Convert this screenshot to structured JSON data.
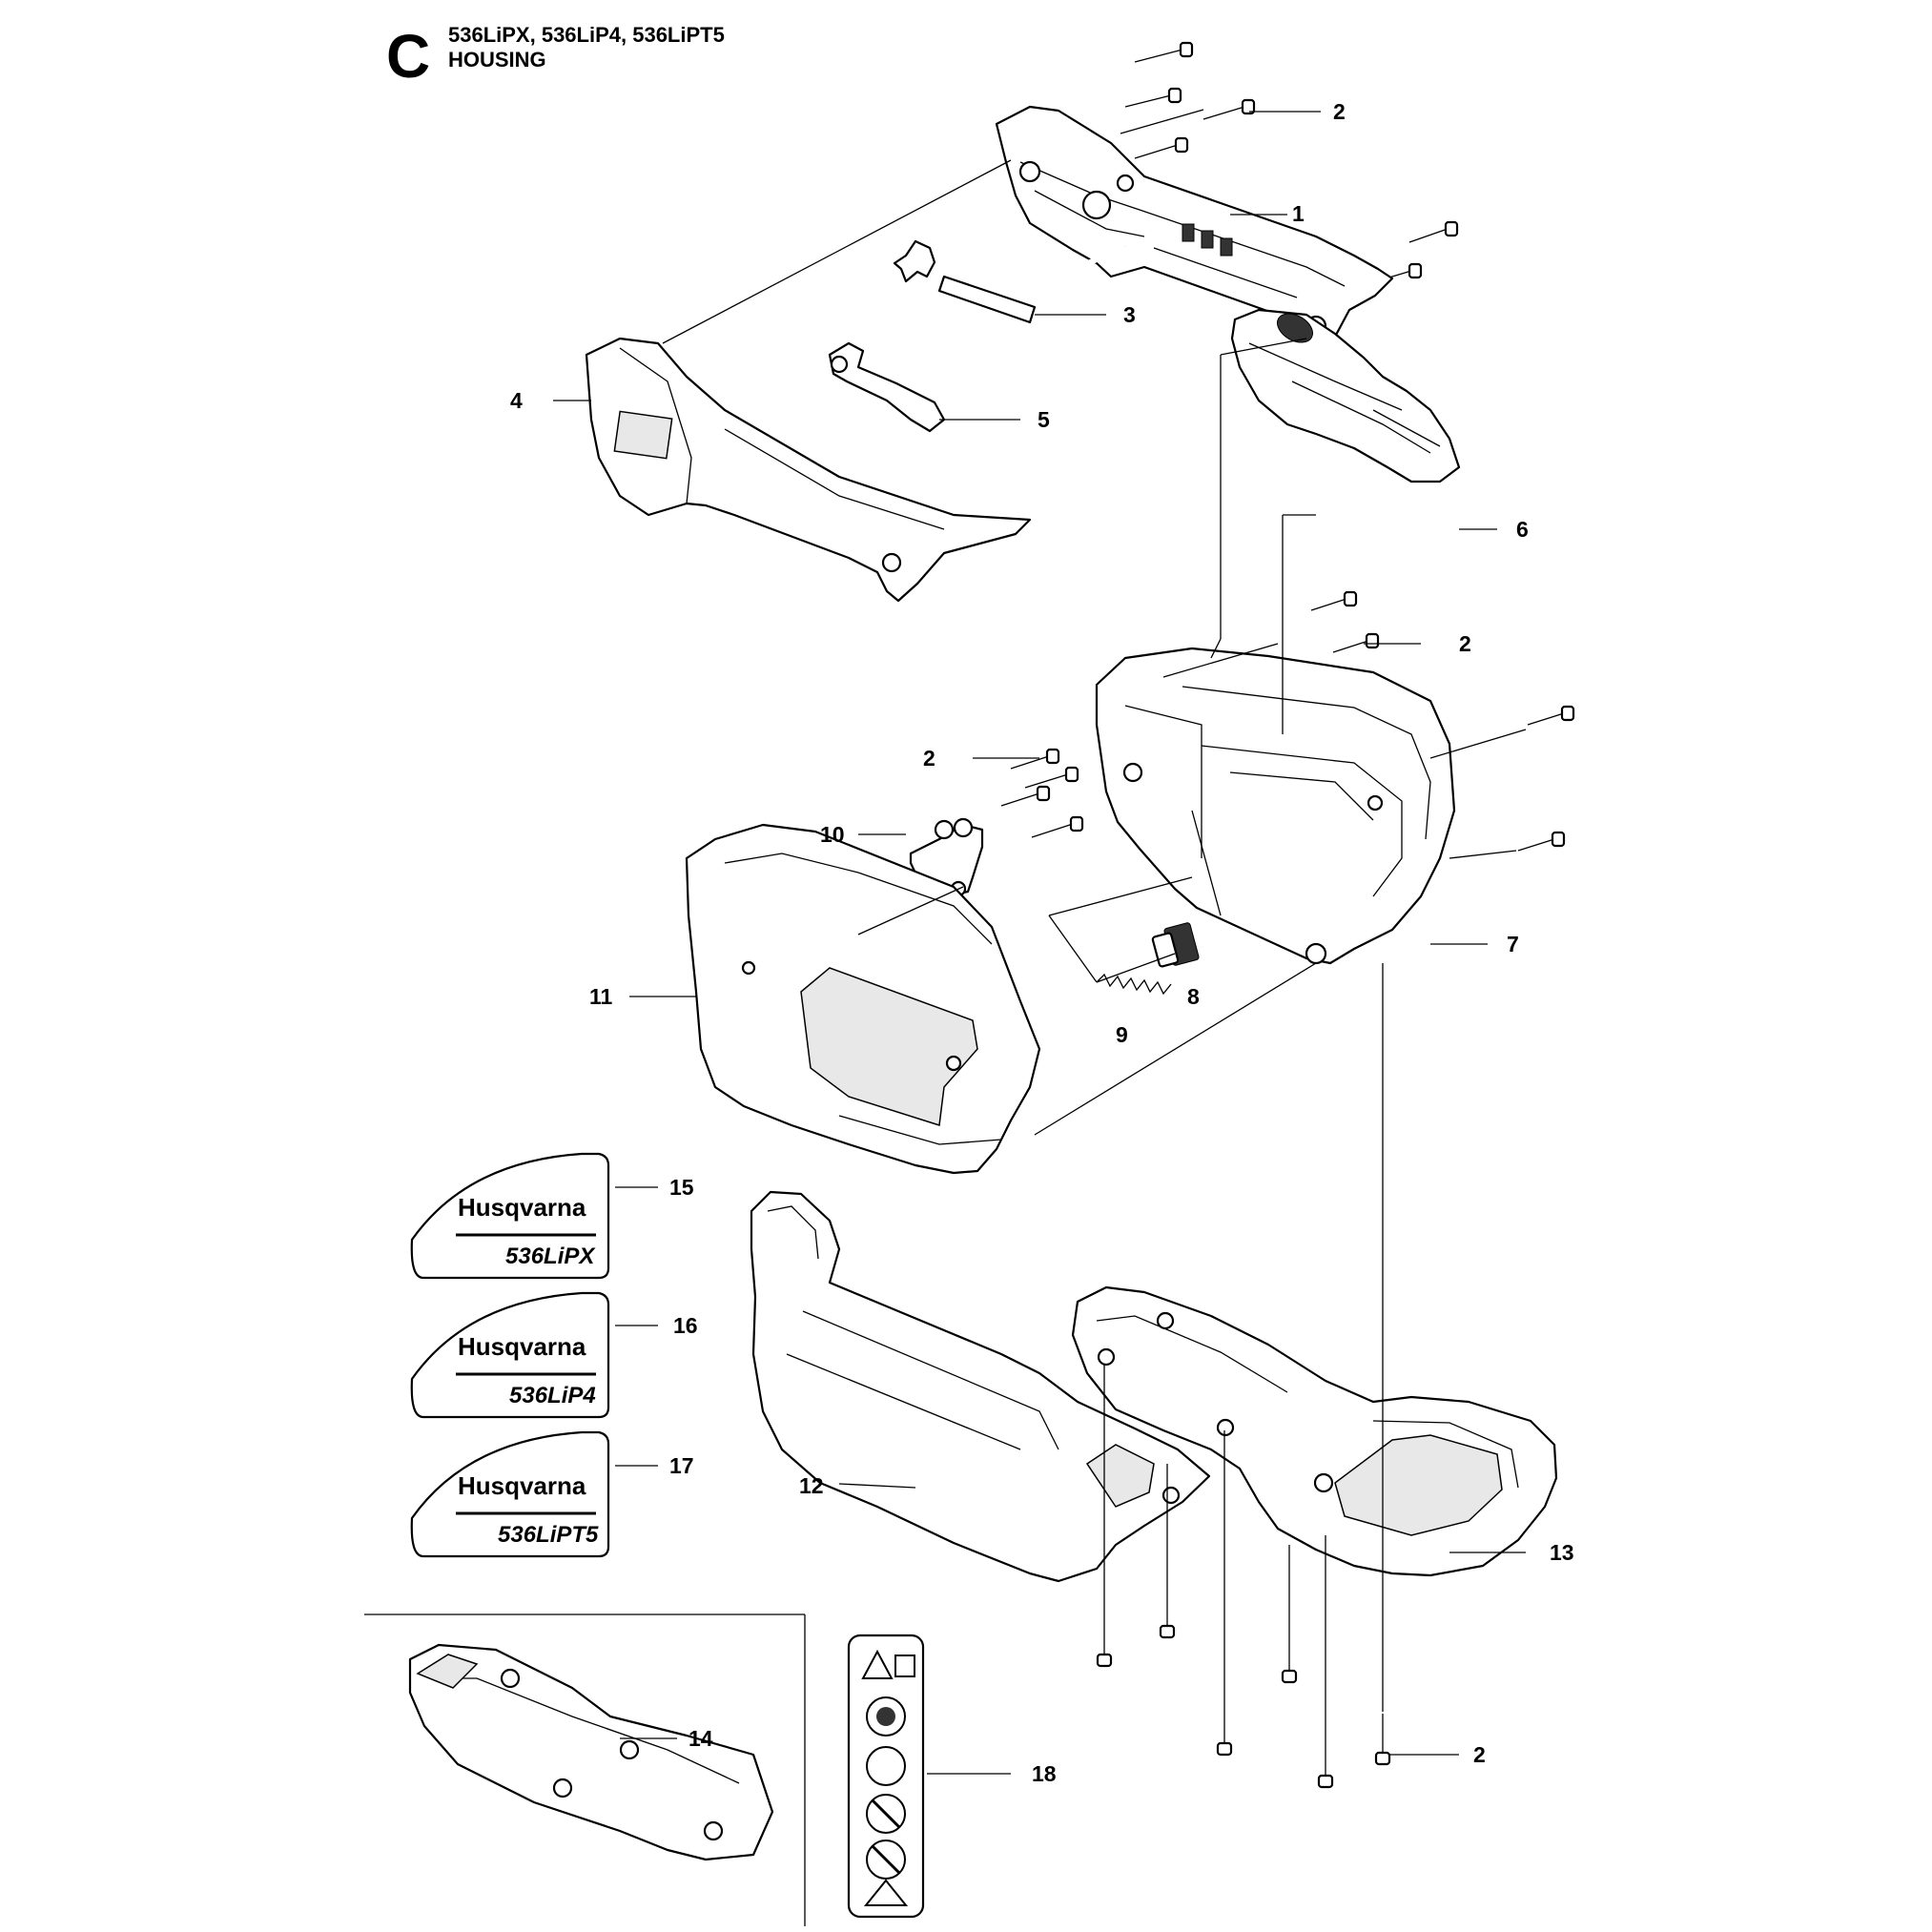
{
  "header": {
    "section_letter": "C",
    "models_line": "536LiPX, 536LiP4, 536LiPT5",
    "title": "HOUSING"
  },
  "callouts": {
    "c1": "1",
    "c2a": "2",
    "c2b": "2",
    "c2c": "2",
    "c2d": "2",
    "c3": "3",
    "c4": "4",
    "c5": "5",
    "c6": "6",
    "c7": "7",
    "c8": "8",
    "c9": "9",
    "c10": "10",
    "c11": "11",
    "c12": "12",
    "c13": "13",
    "c14": "14",
    "c15": "15",
    "c16": "16",
    "c17": "17",
    "c18": "18"
  },
  "decals": [
    {
      "brand": "Husqvarna",
      "model": "536LiPX"
    },
    {
      "brand": "Husqvarna",
      "model": "536LiP4"
    },
    {
      "brand": "Husqvarna",
      "model": "536LiPT5"
    }
  ]
}
